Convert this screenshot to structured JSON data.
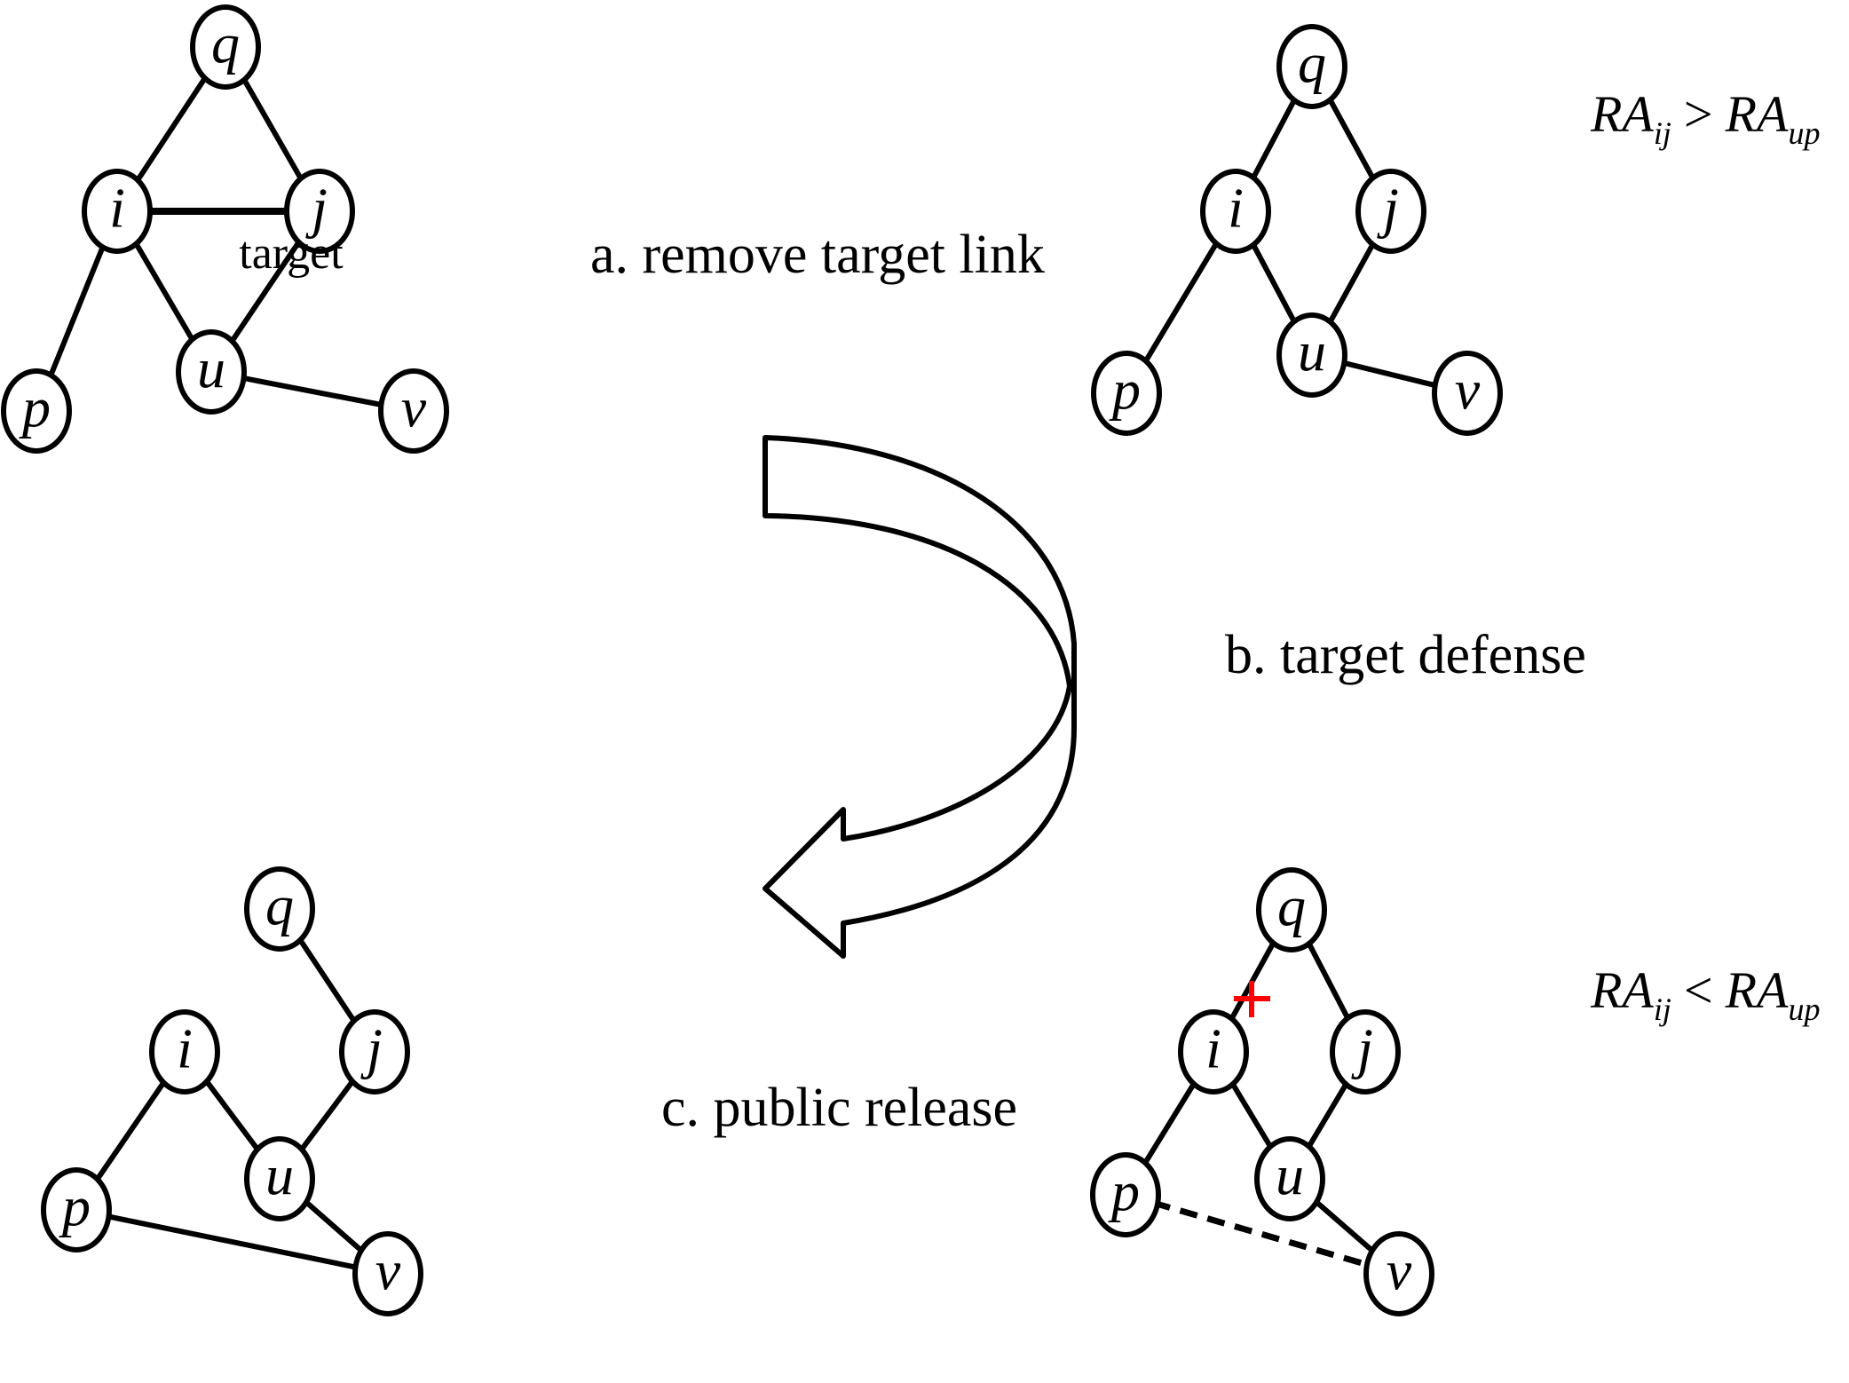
{
  "colors": {
    "edge": "#000000",
    "target_edge": "#ff0000",
    "removed_marker": "#ff0000",
    "added_edge": "#00b050",
    "node_fill": "#ffffff"
  },
  "captions": {
    "a": "a. remove target link",
    "b": "b. target defense",
    "c": "c. public release"
  },
  "target_label": "target",
  "formulas": {
    "top_right": {
      "lhs": "RA",
      "lhs_sub": "ij",
      "op": ">",
      "rhs": "RA",
      "rhs_sub": "up"
    },
    "bottom_right": {
      "lhs": "RA",
      "lhs_sub": "ij",
      "op": "<",
      "rhs": "RA",
      "rhs_sub": "up"
    }
  },
  "graphs": [
    {
      "id": "original",
      "nodes": [
        "q",
        "i",
        "j",
        "u",
        "p",
        "v"
      ],
      "edges": [
        [
          "q",
          "i"
        ],
        [
          "q",
          "j"
        ],
        [
          "i",
          "u"
        ],
        [
          "j",
          "u"
        ],
        [
          "i",
          "p"
        ],
        [
          "u",
          "v"
        ]
      ],
      "highlight_edge": [
        "i",
        "j"
      ]
    },
    {
      "id": "target-removed",
      "nodes": [
        "q",
        "i",
        "j",
        "u",
        "p",
        "v"
      ],
      "edges": [
        [
          "q",
          "i"
        ],
        [
          "q",
          "j"
        ],
        [
          "i",
          "u"
        ],
        [
          "j",
          "u"
        ],
        [
          "i",
          "p"
        ],
        [
          "u",
          "v"
        ]
      ]
    },
    {
      "id": "defended",
      "nodes": [
        "q",
        "i",
        "j",
        "u",
        "p",
        "v"
      ],
      "edges": [
        [
          "q",
          "i"
        ],
        [
          "q",
          "j"
        ],
        [
          "i",
          "u"
        ],
        [
          "j",
          "u"
        ],
        [
          "i",
          "p"
        ],
        [
          "u",
          "v"
        ]
      ],
      "removed_edge_marker": [
        "q",
        "i"
      ],
      "added_edge": [
        "p",
        "v"
      ]
    },
    {
      "id": "released",
      "nodes": [
        "q",
        "i",
        "j",
        "u",
        "p",
        "v"
      ],
      "edges": [
        [
          "q",
          "j"
        ],
        [
          "i",
          "u"
        ],
        [
          "j",
          "u"
        ],
        [
          "i",
          "p"
        ],
        [
          "u",
          "v"
        ],
        [
          "p",
          "v"
        ]
      ]
    }
  ]
}
